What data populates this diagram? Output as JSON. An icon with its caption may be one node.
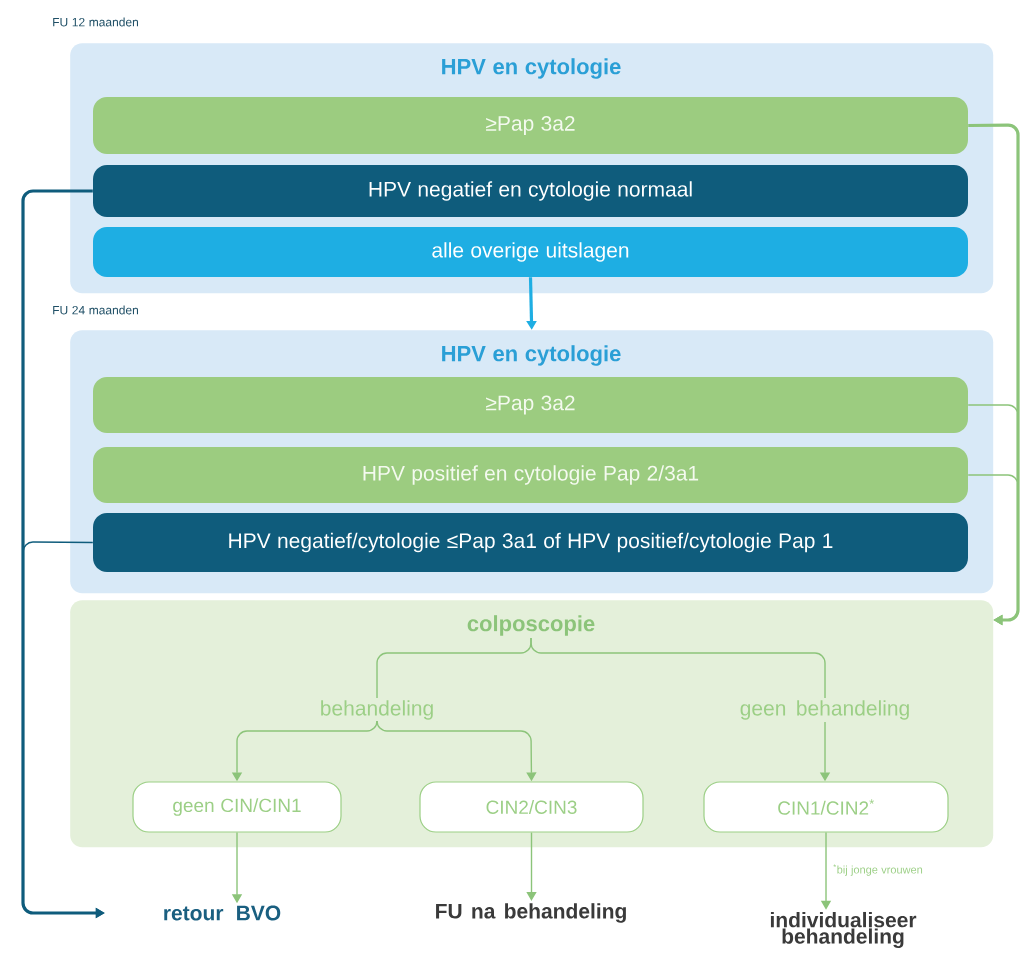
{
  "diagram": {
    "nodes": [
      {
        "text": [
          "HPV en cytologie"
        ],
        "beside": [
          "FU 12 maanden"
        ]
      },
      {
        "text": [
          "≥Pap 3a2"
        ],
        "in": 0
      },
      {
        "text": [
          "HPV negatief en cytologie normaal"
        ],
        "in": 0
      },
      {
        "text": [
          "alle overige uitslagen"
        ],
        "in": 0
      },
      {
        "text": [
          "HPV en cytologie"
        ],
        "beside": [
          "FU 24 maanden"
        ]
      },
      {
        "text": [
          "≥Pap 3a2"
        ],
        "in": 4
      },
      {
        "text": [
          "HPV positief en cytologie Pap 2/3a1"
        ],
        "in": 4
      },
      {
        "text": [
          "HPV negatief/cytologie ≤Pap 3a1 of HPV positief/cytologie Pap 1"
        ],
        "in": 4
      },
      {
        "text": [
          "colposcopie"
        ]
      },
      {
        "text": [
          "behandeling"
        ],
        "in": 8
      },
      {
        "text": [
          "geen behandeling"
        ],
        "in": 8
      },
      {
        "text": [
          "geen CIN/CIN1"
        ],
        "in": 8
      },
      {
        "text": [
          "CIN2/CIN3"
        ],
        "in": 8
      },
      {
        "text": [
          "CIN1/CIN2$^{*}$"
        ],
        "in": 8,
        "beside": [
          "$^{*}$bij jonge vrouwen"
        ]
      },
      {
        "text": [
          "retour BVO"
        ]
      },
      {
        "text": [
          "FU na behandeling"
        ]
      },
      {
        "text": [
          "individualiseer behandeling"
        ]
      }
    ],
    "edges": [
      {
        "from": 1,
        "to": 8,
        "arrow": "to",
        "style": "thick"
      },
      {
        "from": 2,
        "to": 14,
        "arrow": "to",
        "style": "thick",
        "color": "#0f5c7c"
      },
      {
        "from": 3,
        "to": 4,
        "arrow": "to",
        "style": "thick",
        "color": "#1eaee3"
      },
      {
        "from": 5,
        "to": 8,
        "arrow": "to"
      },
      {
        "from": 6,
        "to": 8,
        "arrow": "to"
      },
      {
        "from": 7,
        "to": 14,
        "arrow": "to",
        "color": "#0f5c7c"
      },
      {
        "from": 8,
        "to": 9,
        "arrow": "none"
      },
      {
        "from": 8,
        "to": 10,
        "arrow": "none"
      },
      {
        "from": 9,
        "to": 11,
        "arrow": "to"
      },
      {
        "from": 9,
        "to": 12,
        "arrow": "to"
      },
      {
        "from": 10,
        "to": 13,
        "arrow": "to"
      },
      {
        "from": 11,
        "to": 14,
        "arrow": "to"
      },
      {
        "from": 12,
        "to": 15,
        "arrow": "to"
      },
      {
        "from": 13,
        "to": 16,
        "arrow": "to"
      }
    ]
  }
}
